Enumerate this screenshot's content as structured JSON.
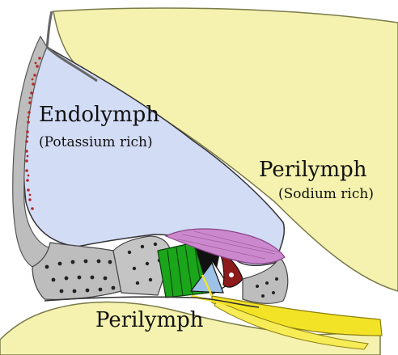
{
  "labels": {
    "endolymph": "Endolymph",
    "endolymph_note": "(Potassium rich)",
    "perilymph_upper": "Perilymph",
    "perilymph_upper_note": "(Sodium rich)",
    "perilymph_lower": "Perilymph"
  },
  "colors": {
    "endolymph_fill": "#d2dcf5",
    "perilymph_fill": "#f4f2ae",
    "stria_red": "#b22a2a",
    "tectorial_membrane": "#cc88cc",
    "hair_cells": "#1aa51a",
    "nerve_fibers": "#f3e326",
    "tissue_gray": "#bdbdbd"
  }
}
